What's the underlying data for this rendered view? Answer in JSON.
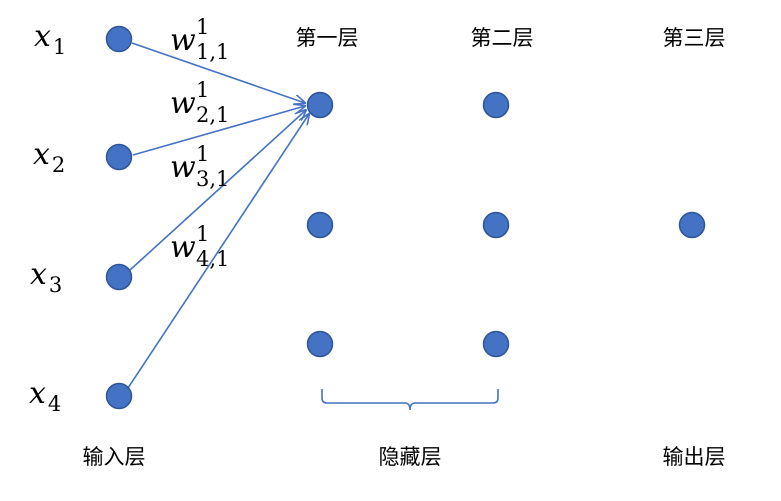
{
  "colors": {
    "node_fill": "#4472c4",
    "node_stroke": "#2f5597",
    "edge": "#4472c4",
    "text": "#000000"
  },
  "layer_labels": {
    "input": "输入层",
    "hidden": "隐藏层",
    "output": "输出层",
    "first": "第一层",
    "second": "第二层",
    "third": "第三层"
  },
  "inputs": [
    {
      "base": "x",
      "sub": "1"
    },
    {
      "base": "x",
      "sub": "2"
    },
    {
      "base": "x",
      "sub": "3"
    },
    {
      "base": "x",
      "sub": "4"
    }
  ],
  "weights": [
    {
      "base": "w",
      "sup": "1",
      "sub": "1,1"
    },
    {
      "base": "w",
      "sup": "1",
      "sub": "2,1"
    },
    {
      "base": "w",
      "sup": "1",
      "sub": "3,1"
    },
    {
      "base": "w",
      "sup": "1",
      "sub": "4,1"
    }
  ]
}
